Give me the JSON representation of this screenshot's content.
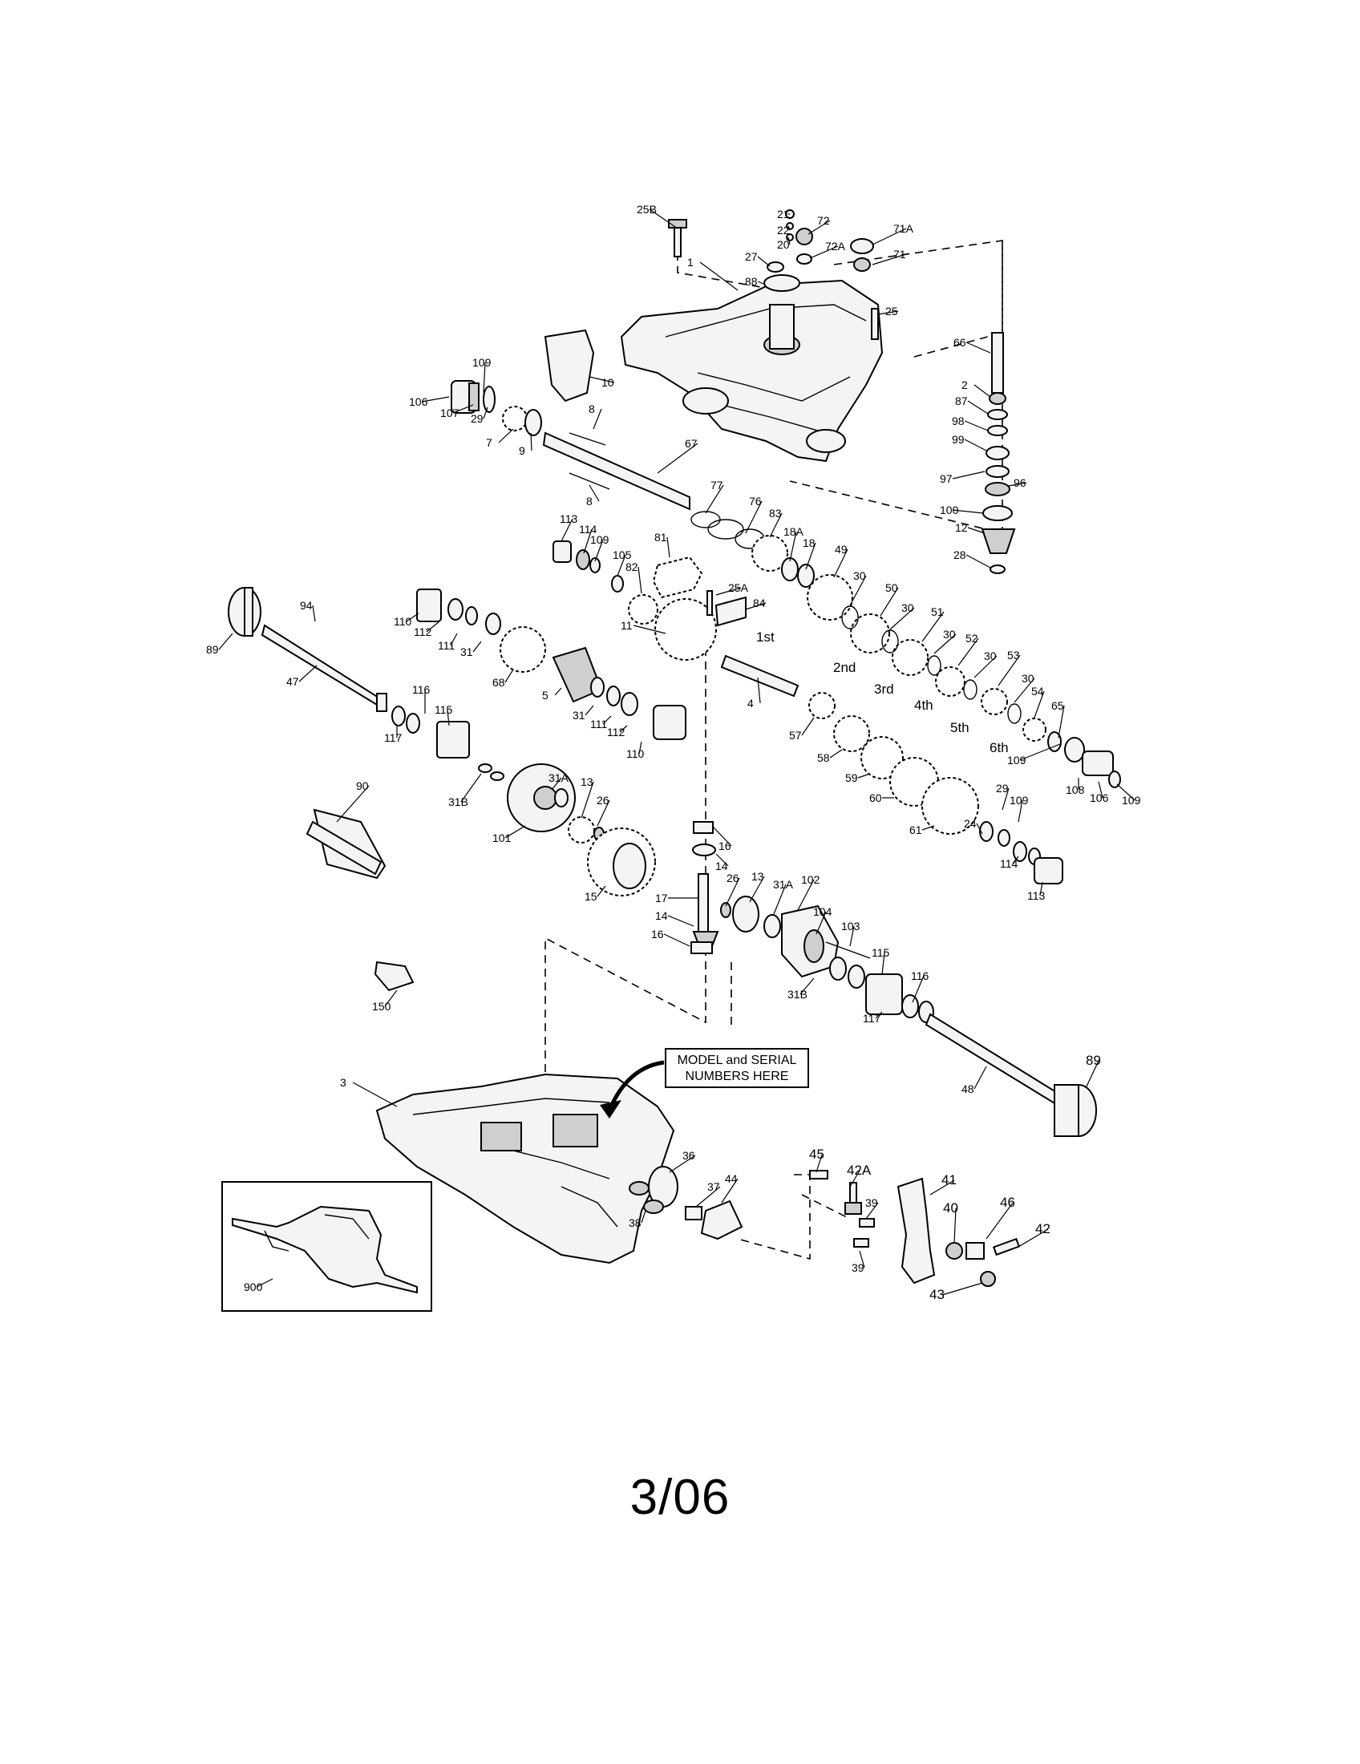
{
  "diagram": {
    "callout": {
      "line1": "MODEL and SERIAL",
      "line2": "NUMBERS HERE"
    },
    "gear_labels": [
      "1st",
      "2nd",
      "3rd",
      "4th",
      "5th",
      "6th"
    ],
    "part_numbers": [
      {
        "id": "p25B",
        "label": "25B"
      },
      {
        "id": "p21",
        "label": "21"
      },
      {
        "id": "p22",
        "label": "22"
      },
      {
        "id": "p20",
        "label": "20"
      },
      {
        "id": "p72",
        "label": "72"
      },
      {
        "id": "p72A",
        "label": "72A"
      },
      {
        "id": "p71A",
        "label": "71A"
      },
      {
        "id": "p71",
        "label": "71"
      },
      {
        "id": "p27",
        "label": "27"
      },
      {
        "id": "p88",
        "label": "88"
      },
      {
        "id": "p1",
        "label": "1"
      },
      {
        "id": "p25",
        "label": "25"
      },
      {
        "id": "p66",
        "label": "66"
      },
      {
        "id": "p2",
        "label": "2"
      },
      {
        "id": "p87",
        "label": "87"
      },
      {
        "id": "p98",
        "label": "98"
      },
      {
        "id": "p99",
        "label": "99"
      },
      {
        "id": "p97",
        "label": "97"
      },
      {
        "id": "p96",
        "label": "96"
      },
      {
        "id": "p100",
        "label": "100"
      },
      {
        "id": "p12",
        "label": "12"
      },
      {
        "id": "p28",
        "label": "28"
      },
      {
        "id": "p109a",
        "label": "109"
      },
      {
        "id": "p106a",
        "label": "106"
      },
      {
        "id": "p107",
        "label": "107"
      },
      {
        "id": "p29a",
        "label": "29"
      },
      {
        "id": "p7",
        "label": "7"
      },
      {
        "id": "p9",
        "label": "9"
      },
      {
        "id": "p10",
        "label": "10"
      },
      {
        "id": "p8a",
        "label": "8"
      },
      {
        "id": "p8b",
        "label": "8"
      },
      {
        "id": "p67",
        "label": "67"
      },
      {
        "id": "p77",
        "label": "77"
      },
      {
        "id": "p76",
        "label": "76"
      },
      {
        "id": "p83",
        "label": "83"
      },
      {
        "id": "p18A",
        "label": "18A"
      },
      {
        "id": "p18",
        "label": "18"
      },
      {
        "id": "p113a",
        "label": "113"
      },
      {
        "id": "p114a",
        "label": "114"
      },
      {
        "id": "p109b",
        "label": "109"
      },
      {
        "id": "p81",
        "label": "81"
      },
      {
        "id": "p105",
        "label": "105"
      },
      {
        "id": "p82",
        "label": "82"
      },
      {
        "id": "p25A",
        "label": "25A"
      },
      {
        "id": "p84",
        "label": "84"
      },
      {
        "id": "p49",
        "label": "49"
      },
      {
        "id": "p30a",
        "label": "30"
      },
      {
        "id": "p50",
        "label": "50"
      },
      {
        "id": "p30b",
        "label": "30"
      },
      {
        "id": "p51",
        "label": "51"
      },
      {
        "id": "p30c",
        "label": "30"
      },
      {
        "id": "p52",
        "label": "52"
      },
      {
        "id": "p30d",
        "label": "30"
      },
      {
        "id": "p53",
        "label": "53"
      },
      {
        "id": "p30e",
        "label": "30"
      },
      {
        "id": "p54",
        "label": "54"
      },
      {
        "id": "p65",
        "label": "65"
      },
      {
        "id": "p94",
        "label": "94"
      },
      {
        "id": "p89a",
        "label": "89"
      },
      {
        "id": "p47",
        "label": "47"
      },
      {
        "id": "p110a",
        "label": "110"
      },
      {
        "id": "p112a",
        "label": "112"
      },
      {
        "id": "p111a",
        "label": "111"
      },
      {
        "id": "p31a",
        "label": "31"
      },
      {
        "id": "p68",
        "label": "68"
      },
      {
        "id": "p11",
        "label": "11"
      },
      {
        "id": "p5",
        "label": "5"
      },
      {
        "id": "p4",
        "label": "4"
      },
      {
        "id": "p31b",
        "label": "31"
      },
      {
        "id": "p111b",
        "label": "111"
      },
      {
        "id": "p112b",
        "label": "112"
      },
      {
        "id": "p110b",
        "label": "110"
      },
      {
        "id": "p116a",
        "label": "116"
      },
      {
        "id": "p115a",
        "label": "115"
      },
      {
        "id": "p117a",
        "label": "117"
      },
      {
        "id": "p57",
        "label": "57"
      },
      {
        "id": "p58",
        "label": "58"
      },
      {
        "id": "p59",
        "label": "59"
      },
      {
        "id": "p60",
        "label": "60"
      },
      {
        "id": "p61",
        "label": "61"
      },
      {
        "id": "p109c",
        "label": "109"
      },
      {
        "id": "p108",
        "label": "108"
      },
      {
        "id": "p106b",
        "label": "106"
      },
      {
        "id": "p109d",
        "label": "109"
      },
      {
        "id": "p29b",
        "label": "29"
      },
      {
        "id": "p109e",
        "label": "109"
      },
      {
        "id": "p24",
        "label": "24"
      },
      {
        "id": "p114b",
        "label": "114"
      },
      {
        "id": "p113b",
        "label": "113"
      },
      {
        "id": "p31Ba",
        "label": "31B"
      },
      {
        "id": "p31Aa",
        "label": "31A"
      },
      {
        "id": "p13a",
        "label": "13"
      },
      {
        "id": "p26a",
        "label": "26"
      },
      {
        "id": "p101",
        "label": "101"
      },
      {
        "id": "p90",
        "label": "90"
      },
      {
        "id": "p15",
        "label": "15"
      },
      {
        "id": "p16a",
        "label": "16"
      },
      {
        "id": "p14a",
        "label": "14"
      },
      {
        "id": "p17",
        "label": "17"
      },
      {
        "id": "p14b",
        "label": "14"
      },
      {
        "id": "p16b",
        "label": "16"
      },
      {
        "id": "p26b",
        "label": "26"
      },
      {
        "id": "p13b",
        "label": "13"
      },
      {
        "id": "p31Ab",
        "label": "31A"
      },
      {
        "id": "p102",
        "label": "102"
      },
      {
        "id": "p104",
        "label": "104"
      },
      {
        "id": "p103",
        "label": "103"
      },
      {
        "id": "p31Bb",
        "label": "31B"
      },
      {
        "id": "p115b",
        "label": "115"
      },
      {
        "id": "p116b",
        "label": "116"
      },
      {
        "id": "p117b",
        "label": "117"
      },
      {
        "id": "p150",
        "label": "150"
      },
      {
        "id": "p3",
        "label": "3"
      },
      {
        "id": "p48",
        "label": "48"
      },
      {
        "id": "p89b",
        "label": "89"
      },
      {
        "id": "p36",
        "label": "36"
      },
      {
        "id": "p37",
        "label": "37"
      },
      {
        "id": "p38",
        "label": "38"
      },
      {
        "id": "p44",
        "label": "44"
      },
      {
        "id": "p45",
        "label": "45"
      },
      {
        "id": "p42A",
        "label": "42A"
      },
      {
        "id": "p39a",
        "label": "39"
      },
      {
        "id": "p39b",
        "label": "39"
      },
      {
        "id": "p41",
        "label": "41"
      },
      {
        "id": "p40",
        "label": "40"
      },
      {
        "id": "p46",
        "label": "46"
      },
      {
        "id": "p42",
        "label": "42"
      },
      {
        "id": "p43",
        "label": "43"
      },
      {
        "id": "p900",
        "label": "900"
      }
    ]
  },
  "footer": {
    "date_code": "3/06"
  }
}
